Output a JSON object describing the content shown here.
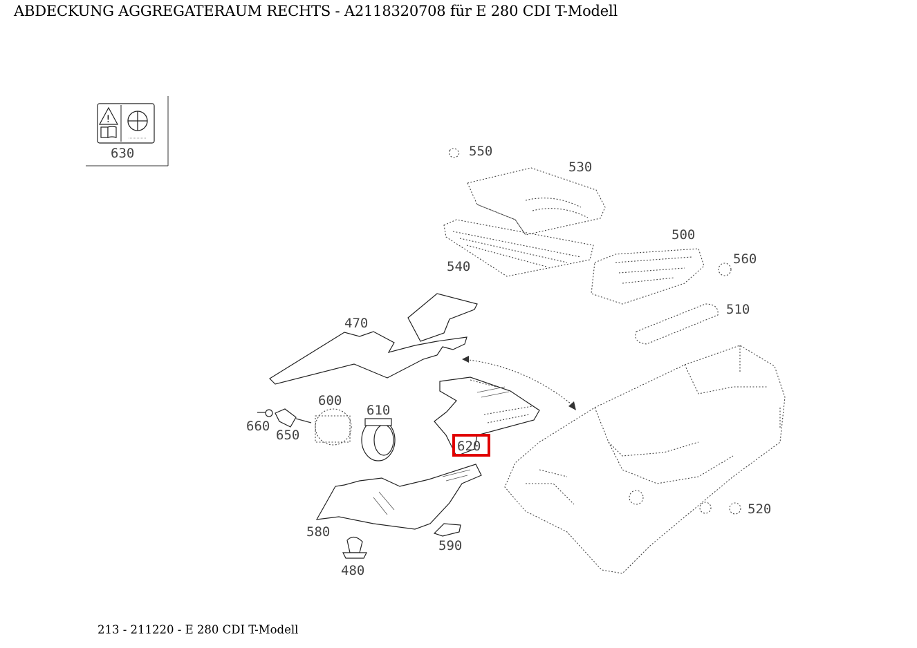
{
  "header": {
    "title": "ABDECKUNG AGGREGATERAUM RECHTS - A2118320708 für E 280 CDI T-Modell"
  },
  "footer": {
    "text": "213 - 211220 - E 280 CDI T-Modell"
  },
  "diagram": {
    "labels": {
      "p630": "630",
      "p550": "550",
      "p530": "530",
      "p500": "500",
      "p560": "560",
      "p540": "540",
      "p510": "510",
      "p470": "470",
      "p600": "600",
      "p610": "610",
      "p660": "660",
      "p650": "650",
      "p620": "620",
      "p580": "580",
      "p590": "590",
      "p480": "480",
      "p520": "520"
    },
    "highlighted_part": "620",
    "highlight_color": "#e00000"
  }
}
